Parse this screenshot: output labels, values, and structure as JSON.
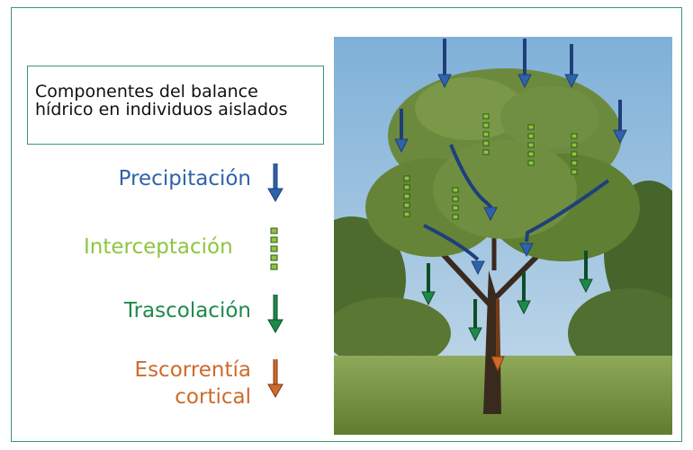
{
  "title": {
    "line1": "Componentes del balance",
    "line2": "hídrico en individuos aislados"
  },
  "legend": [
    {
      "label": "Precipitación",
      "color": "#2f62ab",
      "icon": "solid-arrow-icon"
    },
    {
      "label": "Interceptación",
      "color": "#8cc63f",
      "icon": "dotted-line-icon"
    },
    {
      "label": "Trascolación",
      "color": "#1e8a4a",
      "icon": "solid-arrow-icon"
    },
    {
      "label_line1": "Escorrentía",
      "label_line2": "cortical",
      "color": "#cf6a2a",
      "icon": "solid-arrow-icon"
    }
  ],
  "colors": {
    "frame_border": "#3a9a6b",
    "sky": "#8fb9da",
    "foliage": "#5a7a3a",
    "grass": "#7a9a45"
  }
}
